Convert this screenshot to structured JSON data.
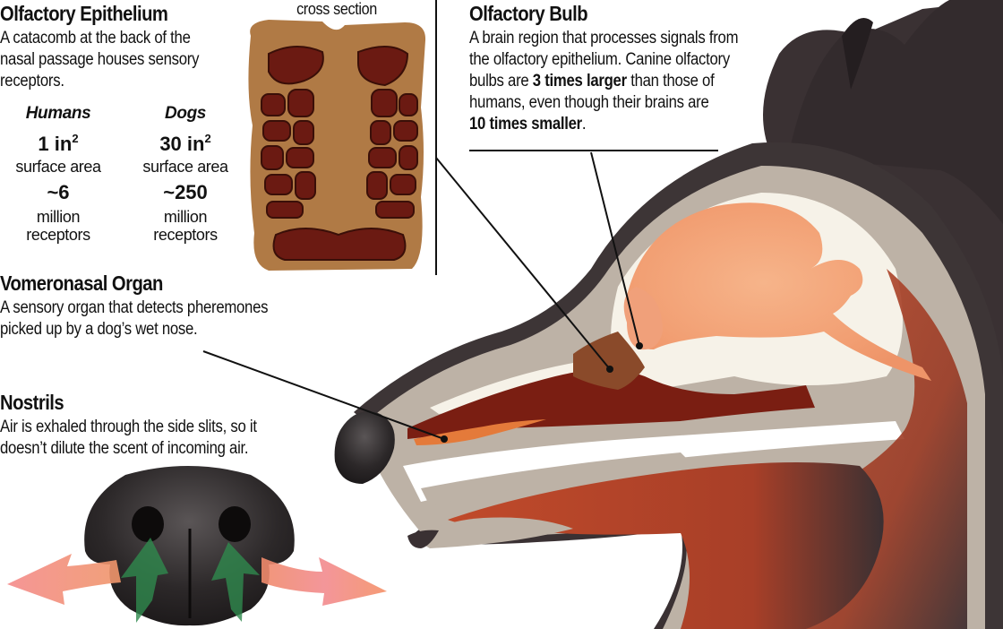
{
  "epithelium": {
    "title": "Olfactory Epithelium",
    "desc_lines": [
      "A catacomb at the back of the",
      "nasal passage houses sensory",
      "receptors."
    ],
    "cross_section_label": "cross section",
    "comparison": [
      {
        "group": "Humans",
        "area_value": "1 in",
        "area_exp": "2",
        "area_label": "surface area",
        "receptors_value": "~6",
        "receptors_label_1": "million",
        "receptors_label_2": "receptors"
      },
      {
        "group": "Dogs",
        "area_value": "30 in",
        "area_exp": "2",
        "area_label": "surface area",
        "receptors_value": "~250",
        "receptors_label_1": "million",
        "receptors_label_2": "receptors"
      }
    ]
  },
  "bulb": {
    "title": "Olfactory Bulb",
    "line1": "A brain region that processes signals from",
    "line2": "the olfactory epithelium. Canine olfactory",
    "line3_pre": "bulbs are ",
    "line3_bold": "3 times larger",
    "line3_post": " than those of",
    "line4": "humans, even though their brains are",
    "line5_bold": "10 times smaller",
    "line5_post": "."
  },
  "vomeronasal": {
    "title": "Vomeronasal Organ",
    "desc_lines": [
      "A sensory organ that detects pheremones",
      "picked up by a dog’s wet nose."
    ]
  },
  "nostrils": {
    "title": "Nostrils",
    "desc_lines": [
      "Air is exhaled through the side slits, so it",
      "doesn’t dilute the scent of incoming air."
    ]
  },
  "colors": {
    "fur_dark": "#3a3133",
    "bone_gray": "#bdb2a6",
    "cartilage_white": "#f6f2e8",
    "muscle_red": "#a8432a",
    "sinus_dark_red": "#7a1e12",
    "brain_peach": "#f4a57c",
    "epithelium_brown": "#8a4a2a",
    "cross_section_tan": "#b07a45",
    "vomeronasal_orange": "#e47a3a",
    "inhale_arrow_green": "#2f8a4e",
    "exhale_arrow_pink": "#f28a86"
  }
}
